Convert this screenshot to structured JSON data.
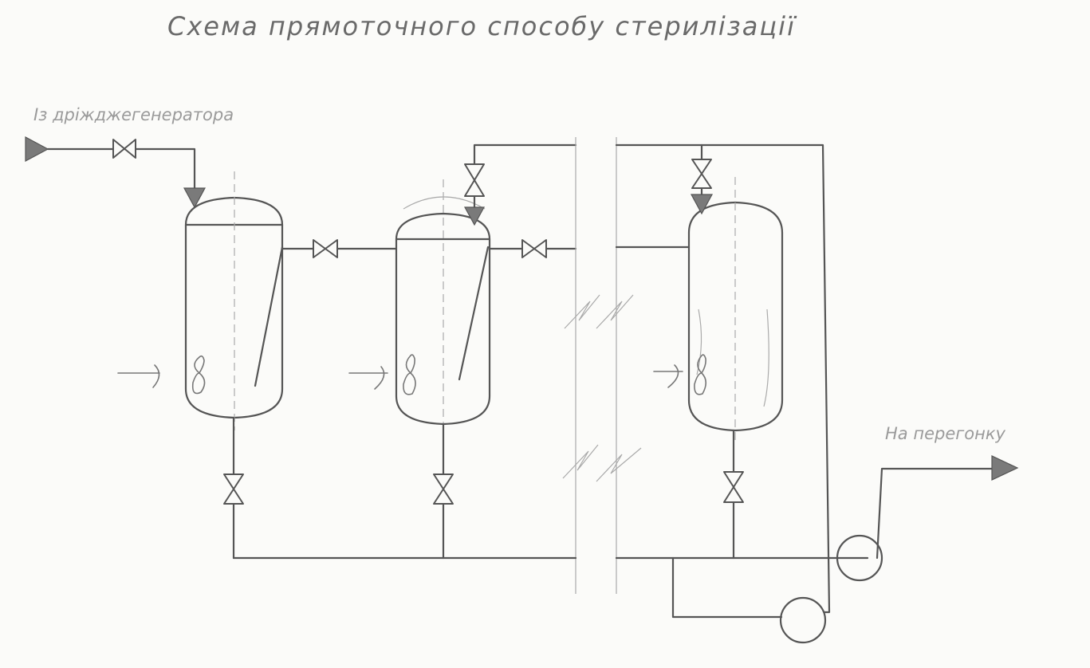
{
  "title": "Схема прямоточного способу стерилізації",
  "labels": {
    "inlet": "Із дріжджегенератора",
    "outlet": "На перегонку"
  },
  "colors": {
    "pencil": "#555555",
    "paper": "#fbfbf9",
    "label": "#9a9a9a"
  }
}
